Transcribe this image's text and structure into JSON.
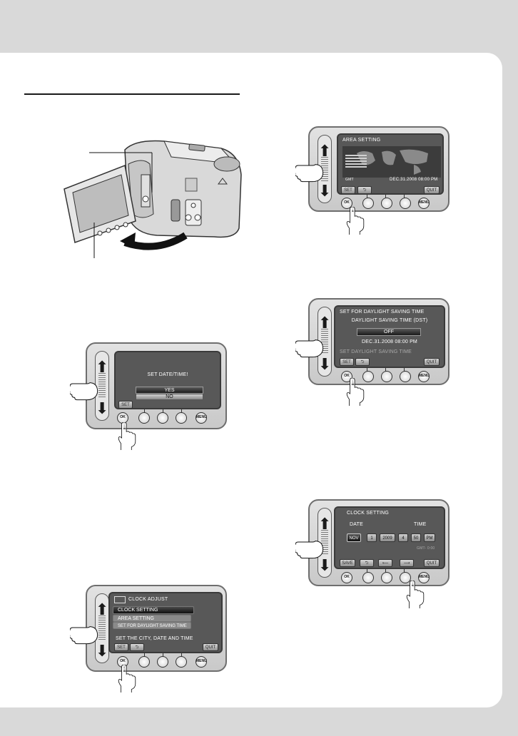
{
  "page": {
    "background": "#d9d9d9",
    "paper": "#ffffff"
  },
  "fig_date_prompt": {
    "message": "SET DATE/TIME!",
    "option_yes": "YES",
    "option_no": "NO",
    "set_label": "SET",
    "ok_label": "OK",
    "menu_label": "MENU"
  },
  "fig_clock_adjust": {
    "title": "CLOCK ADJUST",
    "items": [
      "CLOCK SETTING",
      "AREA SETTING",
      "SET FOR DAYLIGHT SAVING TIME"
    ],
    "hint": "SET THE CITY, DATE AND TIME",
    "set_label": "SET",
    "quit_label": "QUIT",
    "ok_label": "OK",
    "menu_label": "MENU"
  },
  "fig_area_setting": {
    "title": "AREA SETTING",
    "tz_label": "GMT",
    "datetime": "DEC.31.2008 08:00 PM",
    "set_label": "SET",
    "quit_label": "QUIT",
    "ok_label": "OK",
    "menu_label": "MENU"
  },
  "fig_dst": {
    "title": "SET FOR DAYLIGHT SAVING TIME",
    "subtitle": "DAYLIGHT SAVING TIME (DST)",
    "value": "OFF",
    "datetime": "DEC.31.2008   08:00 PM",
    "hint": "SET DAYLIGHT SAVING TIME",
    "set_label": "SET",
    "quit_label": "QUIT",
    "ok_label": "OK",
    "menu_label": "MENU"
  },
  "fig_clock_setting": {
    "title": "CLOCK SETTING",
    "date_label": "DATE",
    "time_label": "TIME",
    "month": "NOV",
    "day": "1",
    "year": "2009",
    "hour": "4",
    "minute": "50",
    "ampm": "PM",
    "tz": "GMT-   0:00",
    "save_label": "SAVE",
    "quit_label": "QUIT",
    "ok_label": "OK",
    "menu_label": "MENU"
  }
}
